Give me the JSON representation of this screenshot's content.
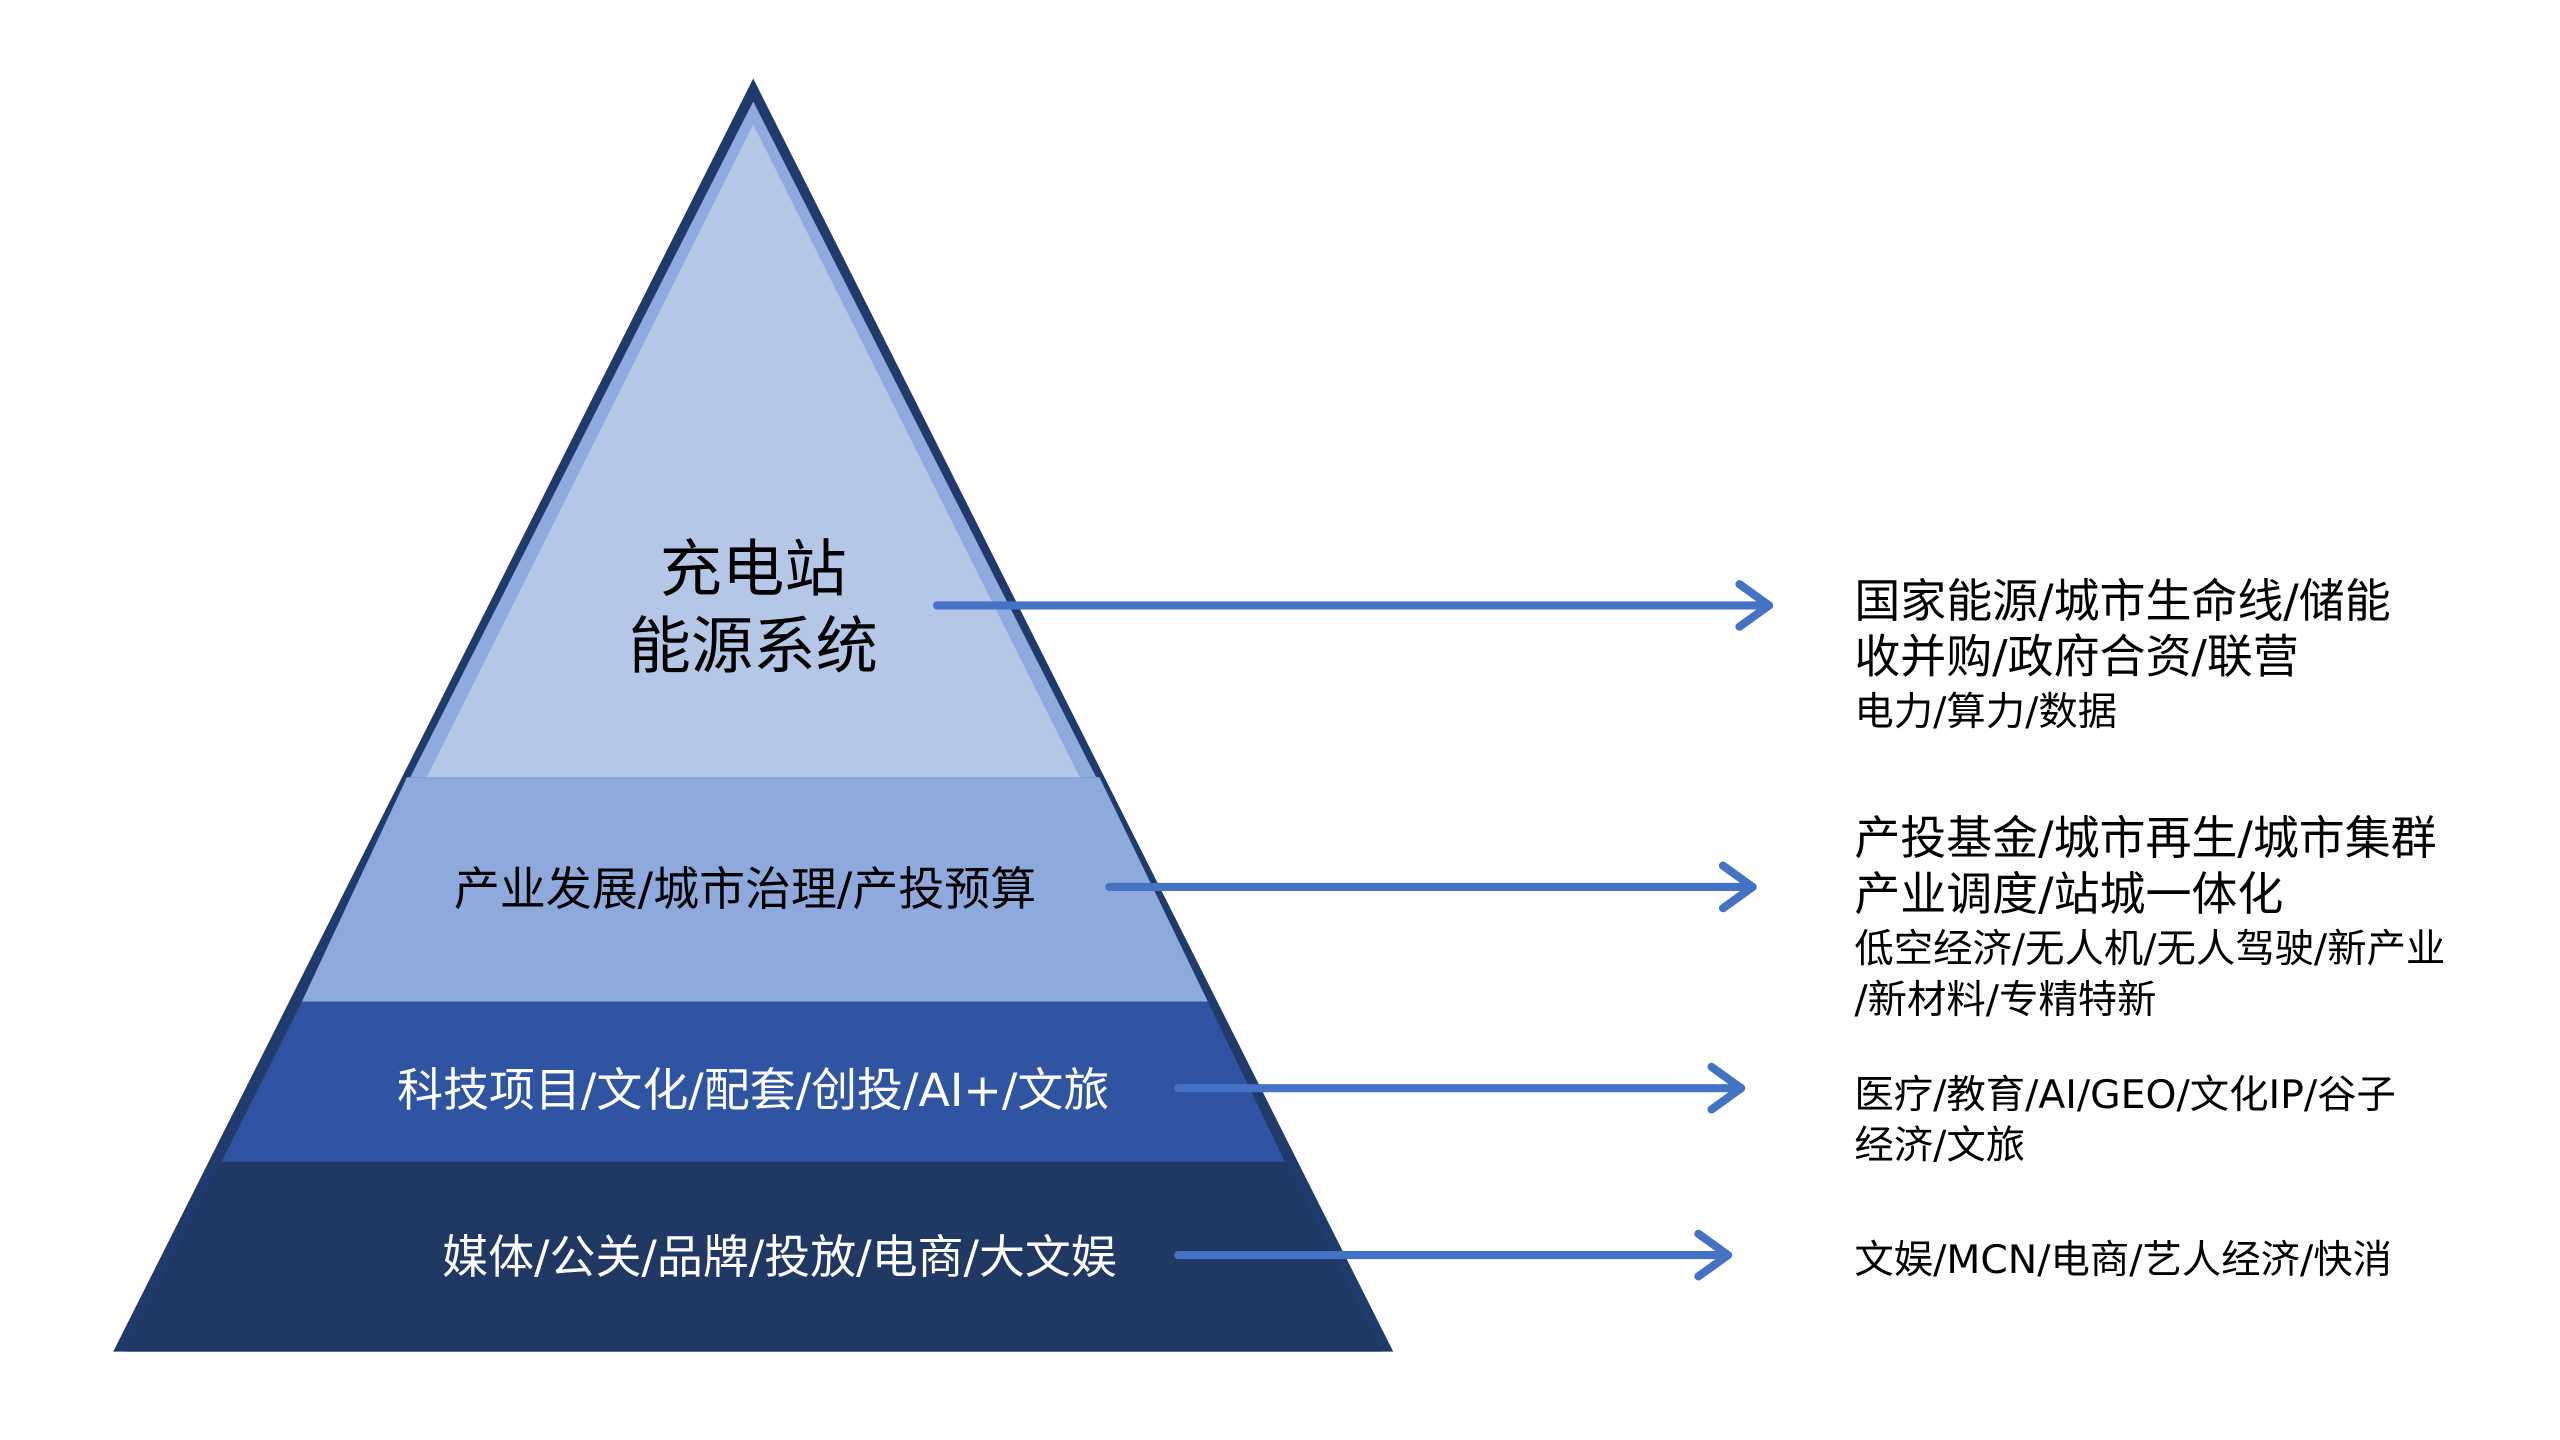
{
  "colors": {
    "outline": "#1f3a6b",
    "tier1": "#b4c7e7",
    "tier1_border": "#8faadc",
    "tier2": "#8eaadc",
    "tier3": "#2f55a2",
    "tier4": "#203864",
    "arrow": "#4472c4"
  },
  "pyramid": {
    "tier1": {
      "line1": "充电站",
      "line2": "能源系统"
    },
    "tier2": {
      "label": "产业发展/城市治理/产投预算"
    },
    "tier3": {
      "label": "科技项目/文化/配套/创投/AI+/文旅"
    },
    "tier4": {
      "label": "媒体/公关/品牌/投放/电商/大文娱"
    }
  },
  "details": {
    "tier1": [
      "国家能源/城市生命线/储能",
      "收并购/政府合资/联营",
      "电力/算力/数据"
    ],
    "tier2": [
      "产投基金/城市再生/城市集群",
      "产业调度/站城一体化",
      "低空经济/无人机/无人驾驶/新产业",
      "/新材料/专精特新"
    ],
    "tier3": [
      "医疗/教育/AI/GEO/文化IP/谷子",
      "经济/文旅"
    ],
    "tier4": [
      "文娱/MCN/电商/艺人经济/快消"
    ]
  }
}
